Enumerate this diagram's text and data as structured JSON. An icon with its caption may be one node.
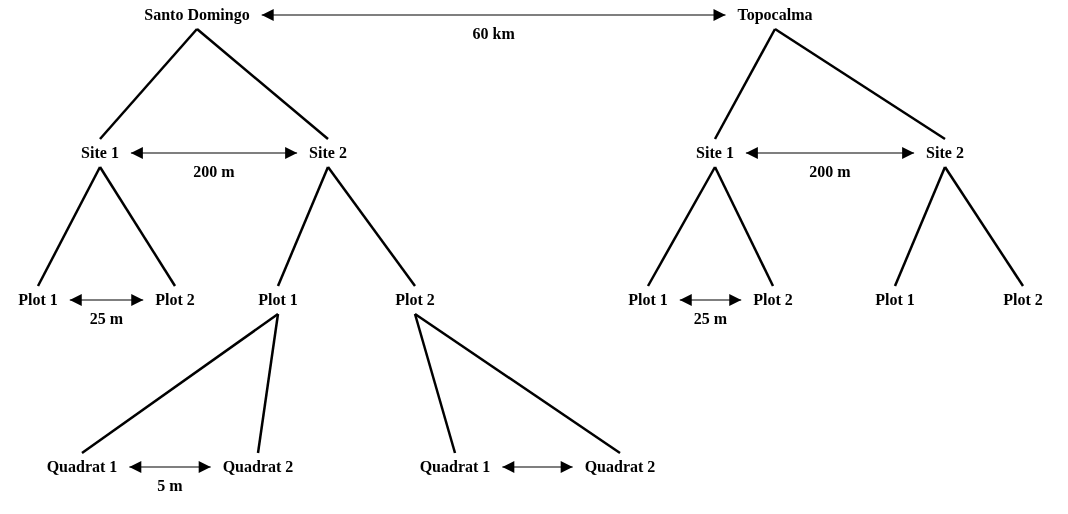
{
  "diagram": {
    "nodes": [
      {
        "text": [
          "Santo Domingo"
        ]
      },
      {
        "text": [
          "Topocalma"
        ]
      },
      {
        "text": [
          "Site 1"
        ]
      },
      {
        "text": [
          "Site 2"
        ]
      },
      {
        "text": [
          "Site 1"
        ]
      },
      {
        "text": [
          "Site 2"
        ]
      },
      {
        "text": [
          "Plot 1"
        ]
      },
      {
        "text": [
          "Plot 2"
        ]
      },
      {
        "text": [
          "Plot 1"
        ]
      },
      {
        "text": [
          "Plot 2"
        ]
      },
      {
        "text": [
          "Plot 1"
        ]
      },
      {
        "text": [
          "Plot 2"
        ]
      },
      {
        "text": [
          "Plot 1"
        ]
      },
      {
        "text": [
          "Plot 2"
        ]
      },
      {
        "text": [
          "Quadrat 1"
        ]
      },
      {
        "text": [
          "Quadrat 2"
        ]
      },
      {
        "text": [
          "Quadrat 1"
        ]
      },
      {
        "text": [
          "Quadrat 2"
        ]
      }
    ],
    "edges": [
      {
        "from": 0,
        "to": 1,
        "arrow": "both",
        "label": "60 km"
      },
      {
        "from": 0,
        "to": 2,
        "arrow": "none"
      },
      {
        "from": 0,
        "to": 3,
        "arrow": "none"
      },
      {
        "from": 1,
        "to": 4,
        "arrow": "none"
      },
      {
        "from": 1,
        "to": 5,
        "arrow": "none"
      },
      {
        "from": 2,
        "to": 3,
        "arrow": "both",
        "label": "200 m"
      },
      {
        "from": 4,
        "to": 5,
        "arrow": "both",
        "label": "200 m"
      },
      {
        "from": 2,
        "to": 6,
        "arrow": "none"
      },
      {
        "from": 2,
        "to": 7,
        "arrow": "none"
      },
      {
        "from": 3,
        "to": 8,
        "arrow": "none"
      },
      {
        "from": 3,
        "to": 9,
        "arrow": "none"
      },
      {
        "from": 4,
        "to": 10,
        "arrow": "none"
      },
      {
        "from": 4,
        "to": 11,
        "arrow": "none"
      },
      {
        "from": 5,
        "to": 12,
        "arrow": "none"
      },
      {
        "from": 5,
        "to": 13,
        "arrow": "none"
      },
      {
        "from": 6,
        "to": 7,
        "arrow": "both",
        "label": "25 m"
      },
      {
        "from": 10,
        "to": 11,
        "arrow": "both",
        "label": "25 m"
      },
      {
        "from": 8,
        "to": 14,
        "arrow": "none"
      },
      {
        "from": 8,
        "to": 15,
        "arrow": "none"
      },
      {
        "from": 9,
        "to": 16,
        "arrow": "none"
      },
      {
        "from": 9,
        "to": 17,
        "arrow": "none"
      },
      {
        "from": 14,
        "to": 15,
        "arrow": "both",
        "label": "5 m"
      },
      {
        "from": 16,
        "to": 17,
        "arrow": "both"
      }
    ]
  }
}
